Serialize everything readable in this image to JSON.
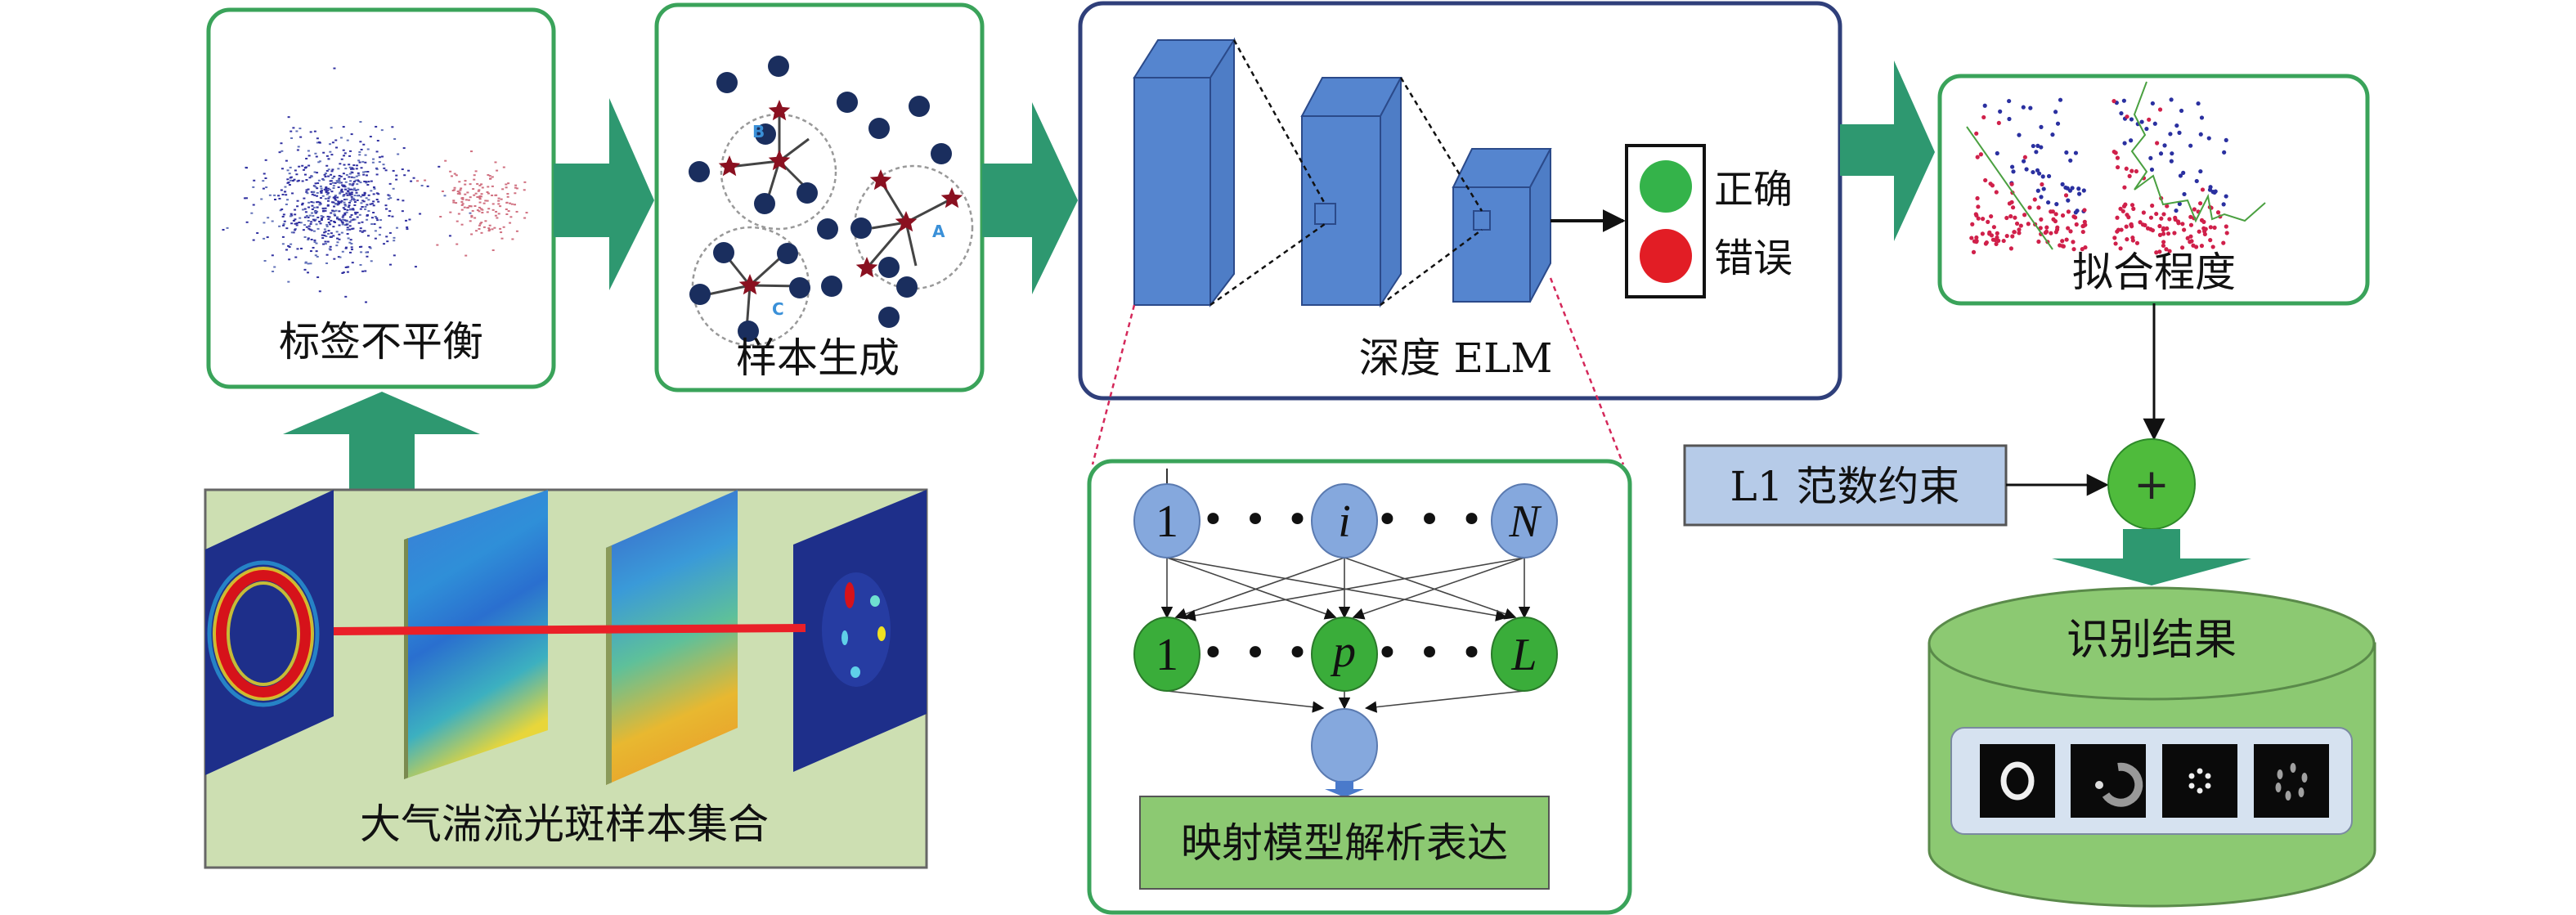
{
  "diagram": {
    "title": "",
    "colors": {
      "panel_border_green": "#3aa35a",
      "panel_border_blue": "#2f3f7a",
      "flow_arrow": "#2e9870",
      "cube_face": "#5585cf",
      "cube_edge": "#2b4a8a",
      "node_blue": "#85a8dd",
      "node_green": "#3aad3a",
      "correct_green": "#34b34a",
      "wrong_red": "#e21d25",
      "l1_box": "#b6cbe8",
      "result_cylinder": "#8cc972",
      "dataset_bg": "#cddfb2",
      "output_box_bg": "#8cc972",
      "beam_red": "#ea2028",
      "dash_red": "#d4285a"
    },
    "panels": {
      "imbalance": {
        "label": "标签不平衡"
      },
      "generation": {
        "label": "样本生成",
        "cluster_labels": [
          "B",
          "A",
          "C"
        ]
      },
      "deep_elm": {
        "label": "深度 ELM",
        "outputs": [
          {
            "label": "正确",
            "state": "correct"
          },
          {
            "label": "错误",
            "state": "wrong"
          }
        ]
      },
      "fit": {
        "label": "拟合程度"
      },
      "dataset": {
        "label": "大气湍流光斑样本集合"
      },
      "elm_network": {
        "input_nodes": [
          "1",
          "i",
          "N"
        ],
        "hidden_nodes": [
          "1",
          "p",
          "L"
        ],
        "ellipsis": "• • •",
        "output_label": "映射模型解析表达"
      },
      "l1": {
        "label": "L1 范数约束"
      },
      "sum_node": {
        "symbol": "+"
      },
      "result": {
        "label": "识别结果",
        "thumbnails": [
          "ring-mode",
          "distorted-ring-mode",
          "petal-mode",
          "distorted-petal-mode"
        ]
      }
    }
  }
}
